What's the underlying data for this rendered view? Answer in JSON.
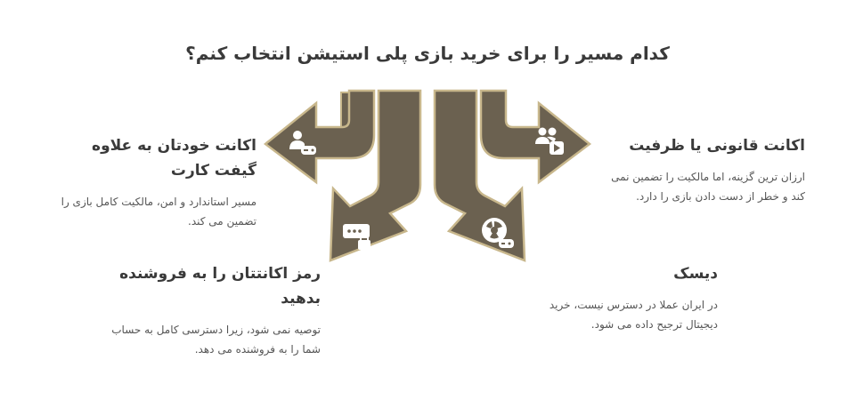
{
  "title": "کدام مسیر را برای خرید بازی پلی استیشن انتخاب کنم؟",
  "colors": {
    "arrow_fill": "#6b6150",
    "arrow_stroke": "#c8b78c",
    "icon": "#ffffff"
  },
  "options": [
    {
      "id": "own_account",
      "heading": "اکانت خودتان به علاوه گیفت کارت",
      "description": "مسیر استاندارد و امن، مالکیت کامل بازی را تضمین می کند.",
      "icon": "user-gamepad-icon"
    },
    {
      "id": "legal_account",
      "heading": "اکانت قانونی یا ظرفیت",
      "description": "ارزان ترین گزینه، اما مالکیت را تضمین نمی کند و خطر از دست دادن بازی را دارد.",
      "icon": "users-play-icon"
    },
    {
      "id": "share_password",
      "heading": "رمز اکانتتان را به فروشنده بدهید",
      "description": "توصیه نمی شود، زیرا دسترسی کامل به حساب شما را به فروشنده می دهد.",
      "icon": "password-lock-icon"
    },
    {
      "id": "disc",
      "heading": "دیسک",
      "description": "در ایران عملا در دسترس نیست، خرید دیجیتال ترجیح داده می شود.",
      "icon": "disc-gamepad-icon"
    }
  ]
}
